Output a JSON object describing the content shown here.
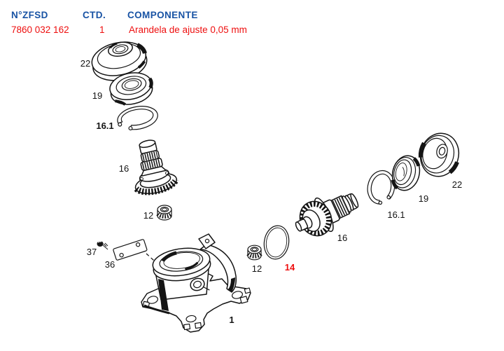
{
  "colors": {
    "header_text": "#1853a4",
    "highlight_text": "#ee0f0f",
    "line_art": "#141414"
  },
  "table": {
    "columns": [
      {
        "label": "N°ZFSD"
      },
      {
        "label": "CTD."
      },
      {
        "label": "COMPONENTE"
      }
    ],
    "row": {
      "part_number": "7860 032 162",
      "quantity": "1",
      "component": "Arandela de ajuste 0,05 mm"
    }
  },
  "diagram": {
    "callouts": [
      {
        "part": "bearing-cap-left",
        "text": "22"
      },
      {
        "part": "seal-ring-left",
        "text": "19"
      },
      {
        "part": "snap-ring-left",
        "text": "16.1"
      },
      {
        "part": "bevel-gear-left",
        "text": "16"
      },
      {
        "part": "nut-left",
        "text": "12"
      },
      {
        "part": "screw",
        "text": "37"
      },
      {
        "part": "plate",
        "text": "36"
      },
      {
        "part": "housing",
        "text": "1"
      },
      {
        "part": "nut-middle",
        "text": "12"
      },
      {
        "part": "o-ring-highlighted",
        "text": "14"
      },
      {
        "part": "bevel-gear-right",
        "text": "16"
      },
      {
        "part": "snap-ring-right",
        "text": "16.1"
      },
      {
        "part": "seal-ring-right",
        "text": "19"
      },
      {
        "part": "bearing-cap-right",
        "text": "22"
      }
    ]
  }
}
